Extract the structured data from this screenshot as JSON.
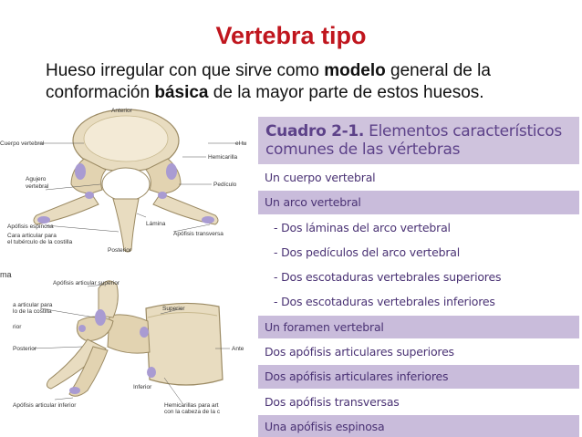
{
  "title": "Vertebra tipo",
  "subtitle": {
    "part1": "Hueso irregular con que sirve como ",
    "bold1": "modelo",
    "part2": " general de la conformación ",
    "bold2": "básica",
    "part3": " de la mayor parte de estos huesos."
  },
  "illustration": {
    "top_labels": {
      "anterior": "Anterior",
      "cuerpo": "Cuerpo vertebral",
      "tub": "el tu",
      "hemicarilla": "Hemicarilla",
      "agujero": "Agujero",
      "vertebral": "vertebral",
      "pediculo": "Pedículo",
      "lamina": "Lámina",
      "apofisis_espinosa": "Apófisis espinosa",
      "apofisis_transversa": "Apófisis transversa",
      "cara_articular1": "Cara articular para",
      "cara_articular2": "el tubérculo de la costilla",
      "posterior": "Posterior"
    },
    "bottom_labels": {
      "ma": "ma",
      "apofisis_articular_superior": "Apófisis articular superior",
      "articular_para": "a articular para",
      "de_costilla": "lo de la costilla",
      "rior": "rior",
      "superior": "Superior",
      "posterior": "Posterior",
      "ante": "Ante",
      "inferior": "Inferior",
      "apofisis_articular_inferior": "Apófisis articular inferior",
      "hemicarillas1": "Hemicarillas para art",
      "hemicarillas2": "con la cabeza de la c"
    }
  },
  "table": {
    "title_bold": "Cuadro 2-1.",
    "title_rest": " Elementos característicos",
    "title_line2": "comunes de las vértebras",
    "rows": [
      {
        "text": "Un cuerpo vertebral",
        "style": "light"
      },
      {
        "text": "Un arco vertebral",
        "style": "shaded"
      },
      {
        "text": "- Dos láminas del arco vertebral",
        "style": "light"
      },
      {
        "text": "- Dos pedículos del arco vertebral",
        "style": "light"
      },
      {
        "text": "- Dos escotaduras vertebrales superiores",
        "style": "light"
      },
      {
        "text": "- Dos escotaduras vertebrales inferiores",
        "style": "light"
      },
      {
        "text": "Un foramen vertebral",
        "style": "shaded"
      },
      {
        "text": "Dos apófisis articulares superiores",
        "style": "light"
      },
      {
        "text": "Dos apófisis articulares inferiores",
        "style": "shaded"
      },
      {
        "text": "Dos apófisis transversas",
        "style": "light"
      },
      {
        "text": "Una apófisis espinosa",
        "style": "shaded"
      }
    ]
  },
  "colors": {
    "title": "#c0161e",
    "table_header_bg": "#cfc3dd",
    "table_text": "#4a3274",
    "row_shade": "#c9bcdb",
    "bone": "#e8dcc0",
    "cartilage": "#a99bd2"
  }
}
